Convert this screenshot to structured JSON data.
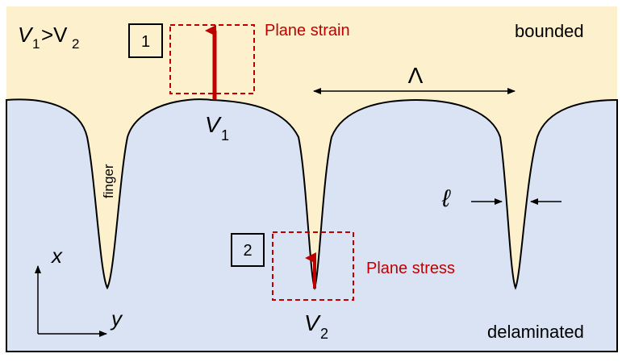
{
  "labels": {
    "ratio_v1": "V",
    "ratio_v1_sub": "1",
    "ratio_gt": ">V",
    "ratio_v2_sub": "2",
    "bounded": "bounded",
    "delaminated": "delaminated",
    "box1": "1",
    "box2": "2",
    "plane_strain": "Plane strain",
    "plane_stress": "Plane stress",
    "lambda": "Λ",
    "ell": "ℓ",
    "finger": "finger",
    "v1": "V",
    "v1_sub": "1",
    "v2": "V",
    "v2_sub": "2",
    "axis_x": "x",
    "axis_y": "y"
  },
  "colors": {
    "bounded_fill": "#fdf0cc",
    "delaminated_fill": "#dae3f3",
    "accent_red": "#c00000",
    "outline": "#000000"
  }
}
